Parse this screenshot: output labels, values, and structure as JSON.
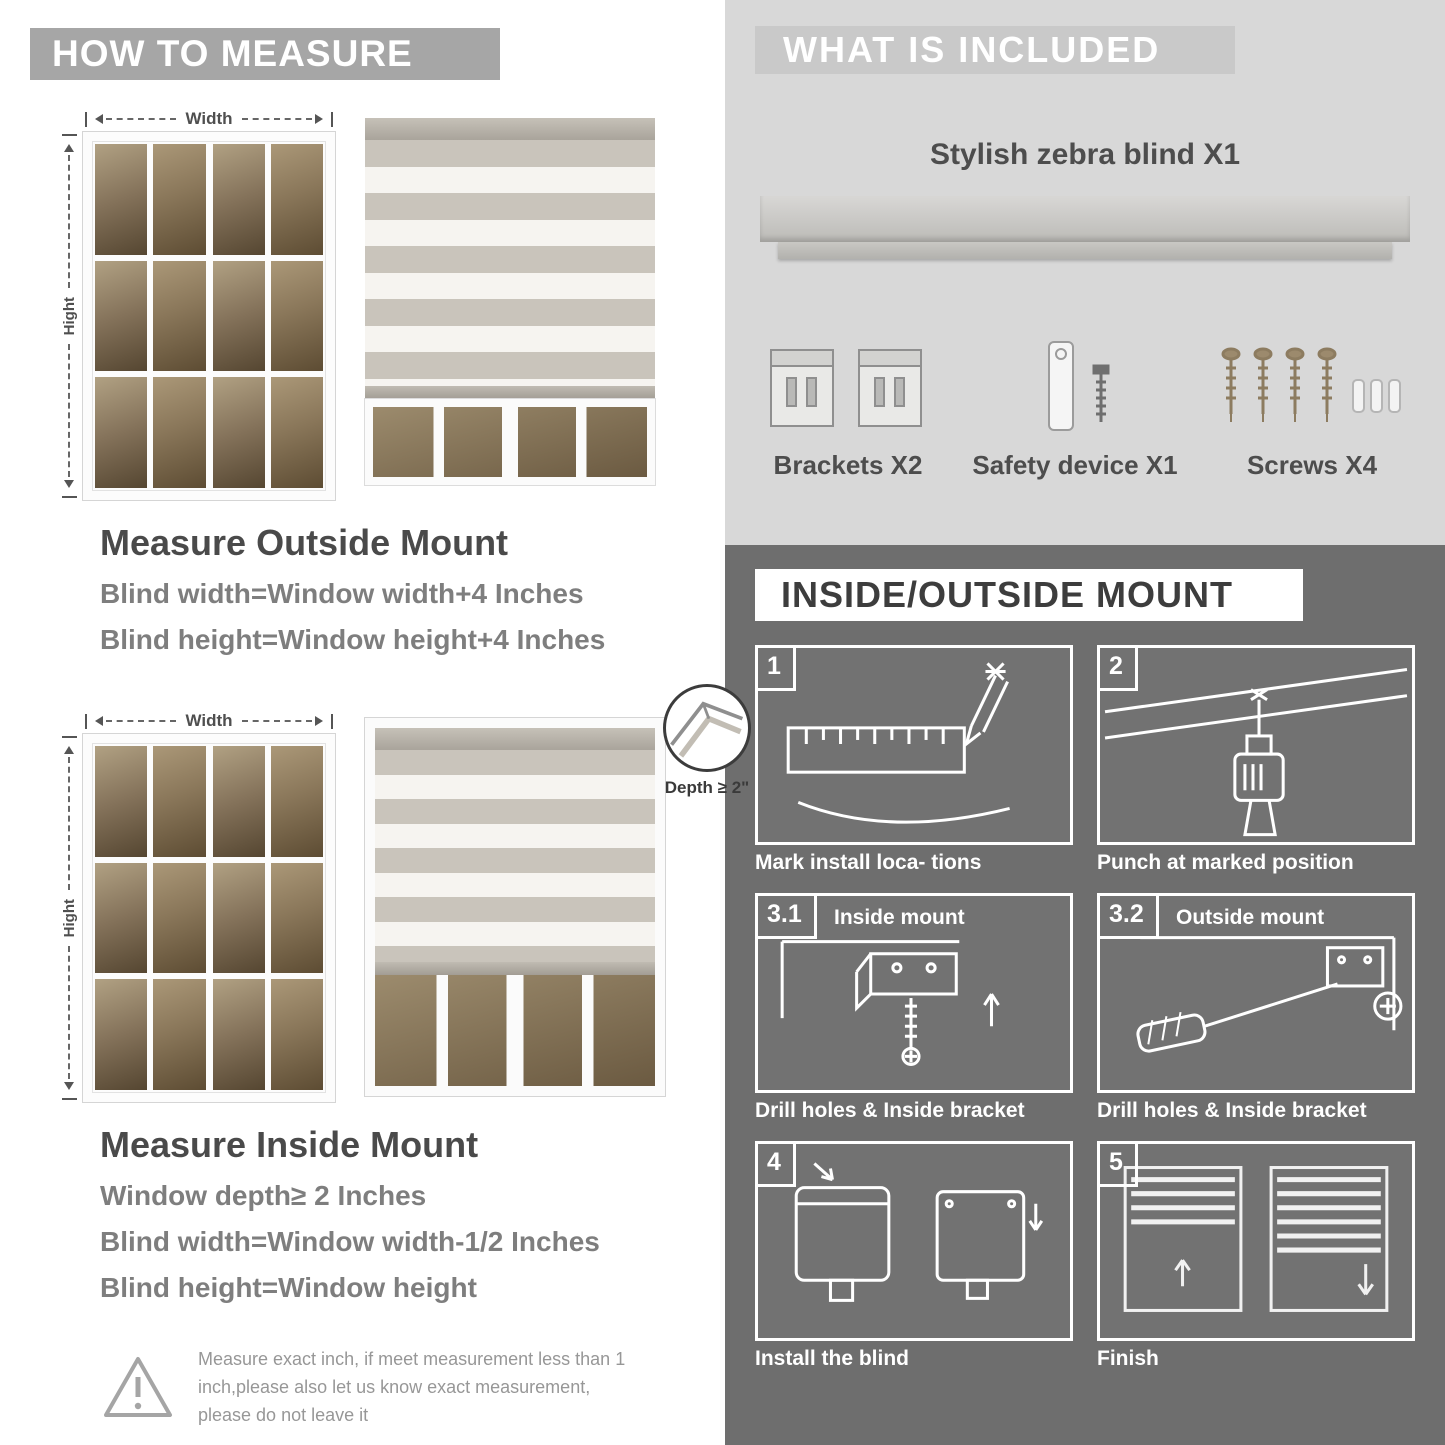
{
  "left": {
    "header": "HOW TO MEASURE",
    "labels": {
      "width": "Width",
      "height": "Hight",
      "depth": "Depth ≥ 2\""
    },
    "outside": {
      "title": "Measure Outside Mount",
      "line1": "Blind width=Window width+4 Inches",
      "line2": "Blind height=Window height+4 Inches"
    },
    "inside": {
      "title": "Measure Inside Mount",
      "line1": "Window depth≥ 2 Inches",
      "line2": "Blind width=Window width-1/2 Inches",
      "line3": "Blind height=Window height"
    },
    "warning": "Measure exact inch, if meet measurement less than 1 inch,please also let us know exact measurement, please do not leave it"
  },
  "right": {
    "included": {
      "header": "WHAT IS INCLUDED",
      "product": "Stylish zebra blind X1",
      "items": [
        {
          "label": "Brackets X2",
          "icon": "brackets-icon"
        },
        {
          "label": "Safety device X1",
          "icon": "safety-device-icon"
        },
        {
          "label": "Screws X4",
          "icon": "screws-icon"
        }
      ]
    },
    "mount": {
      "header": "INSIDE/OUTSIDE MOUNT",
      "steps": [
        {
          "num": "1",
          "title": "",
          "caption": "Mark install loca- tions"
        },
        {
          "num": "2",
          "title": "",
          "caption": "Punch at  marked position"
        },
        {
          "num": "3.1",
          "title": "Inside mount",
          "caption": "Drill holes &  Inside bracket"
        },
        {
          "num": "3.2",
          "title": "Outside mount",
          "caption": "Drill holes &  Inside bracket"
        },
        {
          "num": "4",
          "title": "",
          "caption": "Install the blind"
        },
        {
          "num": "5",
          "title": "",
          "caption": "Finish"
        }
      ]
    },
    "colors": {
      "light_bg": "#d8d8d8",
      "dark_bg": "#6e6e6e",
      "banner_gray": "#a6a6a6"
    }
  }
}
